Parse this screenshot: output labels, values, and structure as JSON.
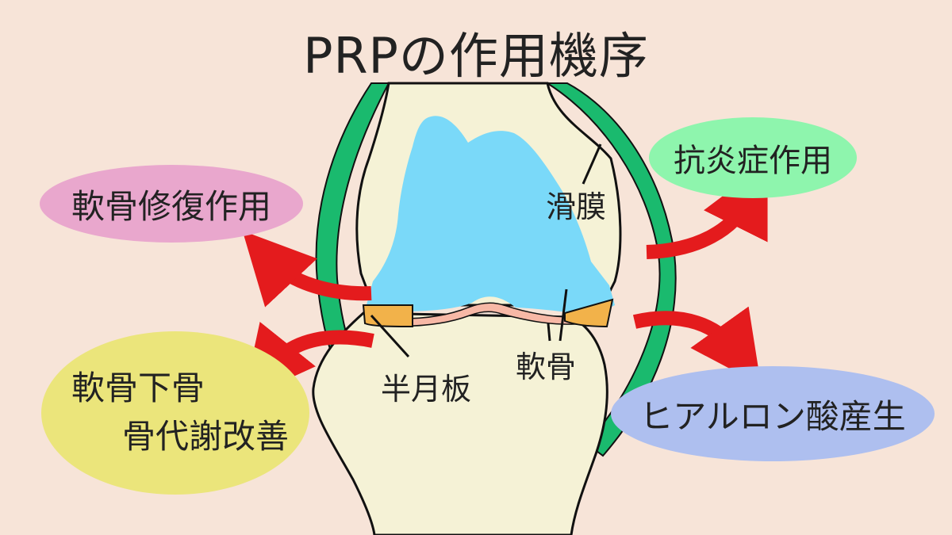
{
  "title": "PRPの作用機序",
  "effects": {
    "cartilage_repair": "軟骨修復作用",
    "anti_inflammatory": "抗炎症作用",
    "subchondral_line1": "軟骨下骨",
    "subchondral_line2": "骨代謝改善",
    "hyaluronic": "ヒアルロン酸産生"
  },
  "anatomy": {
    "synovium": "滑膜",
    "meniscus": "半月板",
    "cartilage": "軟骨"
  },
  "colors": {
    "background": "#f7e4d8",
    "bone": "#f5f2d6",
    "synovial_fluid": "#7ad9f9",
    "synovium": "#1aba6e",
    "arrow": "#e41b1d",
    "meniscus": "#f2b24a",
    "cartilage": "#f7b8a6"
  }
}
